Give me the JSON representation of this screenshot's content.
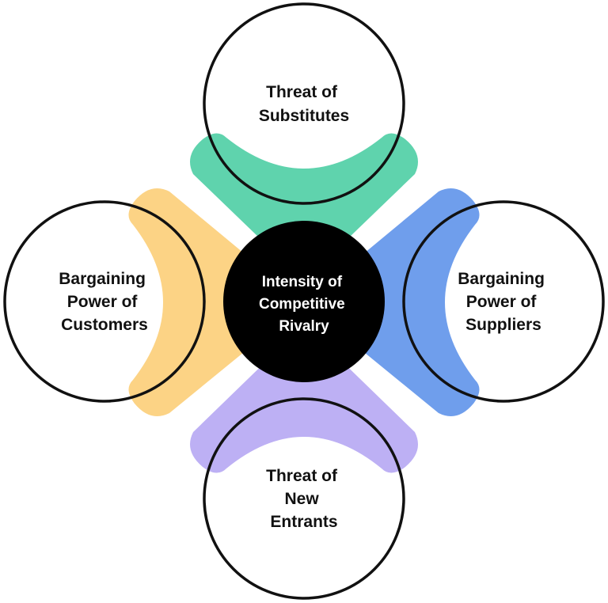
{
  "center": {
    "lines": [
      "Intensity of",
      "Competitive",
      "Rivalry"
    ],
    "fill": "#000000",
    "text_color": "#ffffff"
  },
  "forces": {
    "top": {
      "lines": [
        "Threat of",
        "Substitutes"
      ],
      "color": "#5fd3ad"
    },
    "left": {
      "lines": [
        "Bargaining",
        "Power of",
        "Customers"
      ],
      "color": "#fcd385"
    },
    "right": {
      "lines": [
        "Bargaining",
        "Power of",
        "Suppliers"
      ],
      "color": "#6f9eec"
    },
    "bottom": {
      "lines": [
        "Threat of",
        "New",
        "Entrants"
      ],
      "color": "#bdb0f4"
    }
  },
  "outline_color": "#111111"
}
